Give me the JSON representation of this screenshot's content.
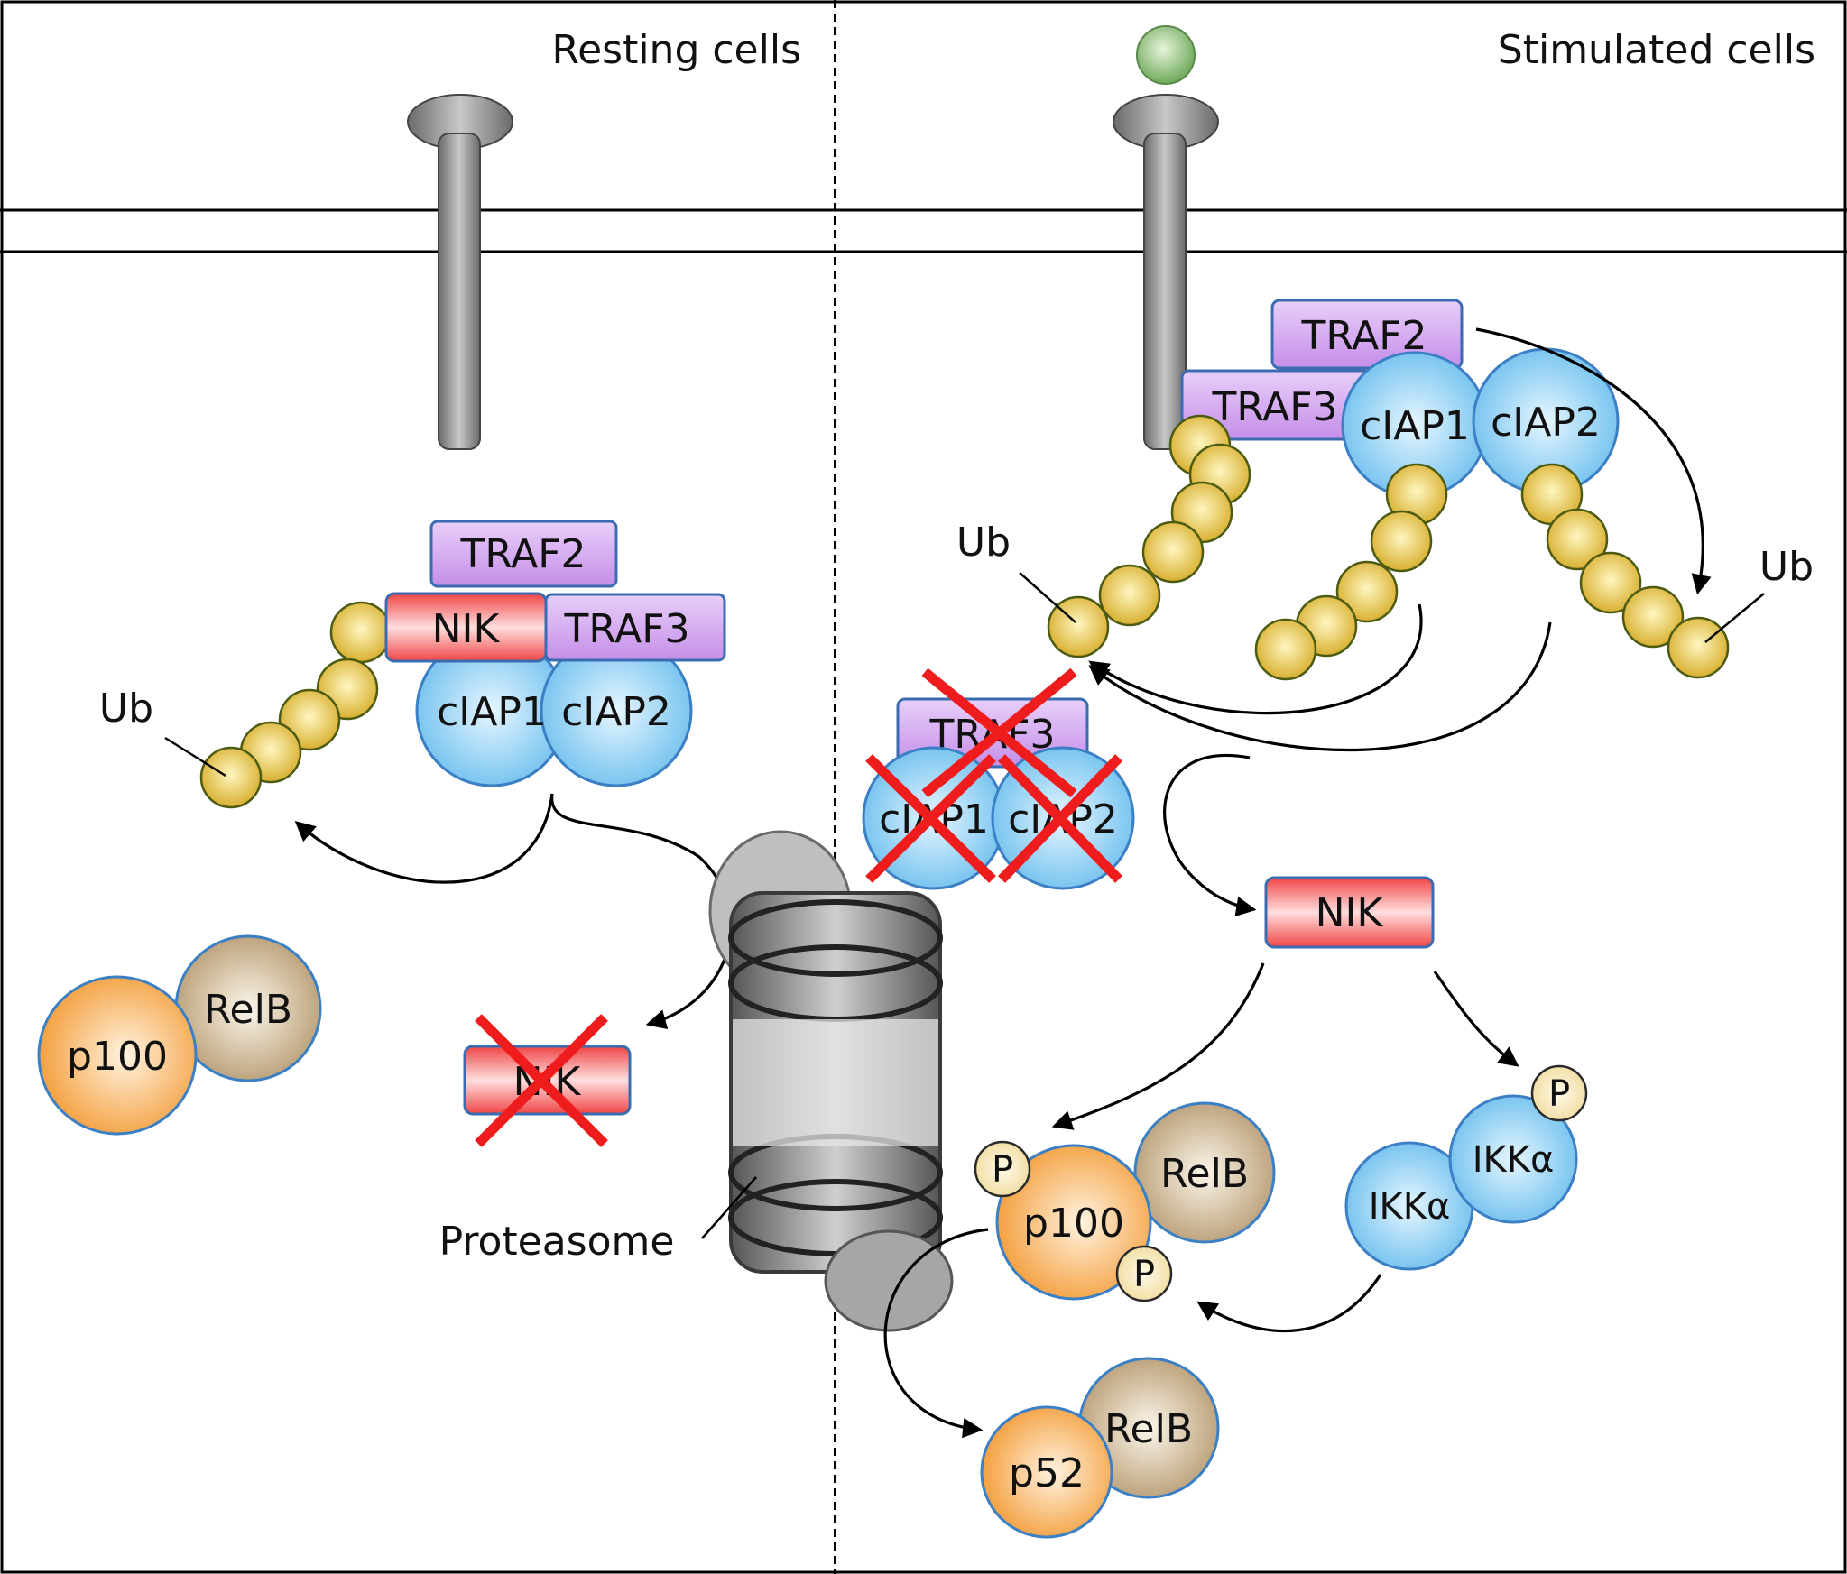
{
  "panels": {
    "left_title": "Resting cells",
    "right_title": "Stimulated cells"
  },
  "labels": {
    "traf2": "TRAF2",
    "traf3": "TRAF3",
    "nik": "NIK",
    "ciap1": "cIAP1",
    "ciap2": "cIAP2",
    "ub": "Ub",
    "p100": "p100",
    "p52": "p52",
    "relb": "RelB",
    "p": "P",
    "ikka": "IKKα",
    "proteasome": "Proteasome"
  },
  "crossed_out": [
    "NIK",
    "TRAF3",
    "cIAP1",
    "cIAP2"
  ],
  "colors": {
    "traf": "#cfa0ee",
    "nik": "#f05050",
    "ciap": "#7cc6f0",
    "p100": "#f6a546",
    "relb": "#c9b592",
    "ubiquitin": "#e8c84a",
    "ligand": "#8cc27a",
    "cross": "#ee1c1c"
  },
  "icons": [
    "receptor-icon",
    "ligand-icon",
    "proteasome-icon",
    "ubiquitin-chain-icon",
    "cross-mark-icon"
  ]
}
